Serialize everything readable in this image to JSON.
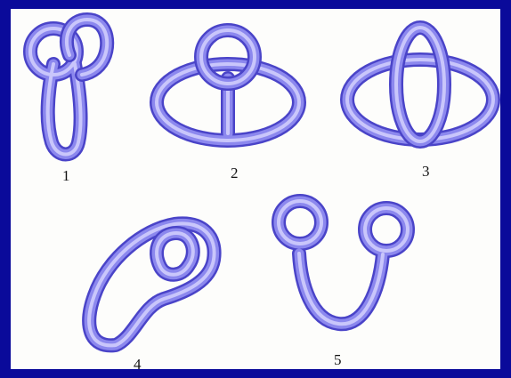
{
  "colors": {
    "border": "#0a0a9a",
    "background": "#fdfdfb",
    "tube_edge": "#4a44c8",
    "tube_body": "#8c88ee",
    "tube_highlight": "#c9c6fb",
    "label": "#111111"
  },
  "figures": [
    {
      "id": "1",
      "label": "1"
    },
    {
      "id": "2",
      "label": "2"
    },
    {
      "id": "3",
      "label": "3"
    },
    {
      "id": "4",
      "label": "4"
    },
    {
      "id": "5",
      "label": "5"
    }
  ]
}
